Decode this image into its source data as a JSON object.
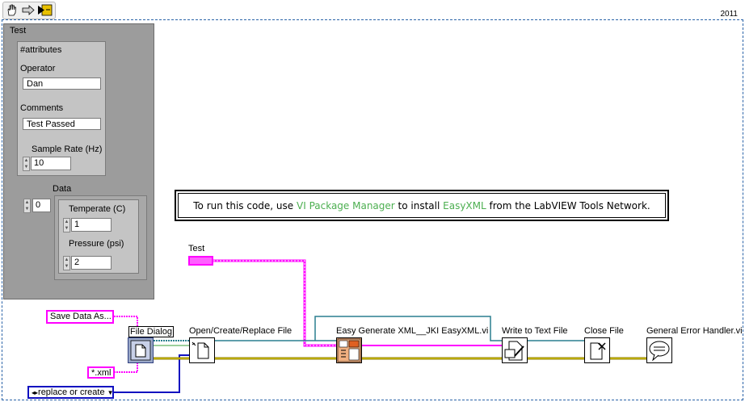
{
  "year_label": "2011",
  "toolbar": {
    "icons": [
      "hand-icon",
      "arrow-right-icon",
      "run-vi-icon"
    ]
  },
  "cluster": {
    "title": "Test",
    "attributes": {
      "title": "#attributes",
      "operator_label": "Operator",
      "operator_value": "Dan",
      "comments_label": "Comments",
      "comments_value": "Test Passed",
      "sample_rate_label": "Sample Rate (Hz)",
      "sample_rate_value": "10"
    },
    "data": {
      "title": "Data",
      "index_value": "0",
      "temperature_label": "Temperate (C)",
      "temperature_value": "1",
      "pressure_label": "Pressure (psi)",
      "pressure_value": "2"
    }
  },
  "note": {
    "part1": "To run this code, use ",
    "link1": "VI Package Manager",
    "part2": " to install ",
    "link2": "EasyXML",
    "part3": " from the LabVIEW Tools Network."
  },
  "nodes": {
    "test_label": "Test",
    "save_data_as": "Save Data As...",
    "file_dialog": "File Dialog",
    "xml_pattern": "*.xml",
    "replace_or_create": "replace or create",
    "open_create_replace": "Open/Create/Replace File",
    "easy_generate_xml": "Easy Generate XML__JKI EasyXML.vi",
    "write_to_text_file": "Write to Text File",
    "close_file": "Close File",
    "general_error_handler": "General Error Handler.vi"
  },
  "colors": {
    "pink_wire": "#ff00ff",
    "blue_wire": "#1010c0",
    "teal_wire": "#2a7f8f",
    "error_wire": "#b0a000",
    "frame": "#2a63a8",
    "accent_green": "#4caf50"
  }
}
